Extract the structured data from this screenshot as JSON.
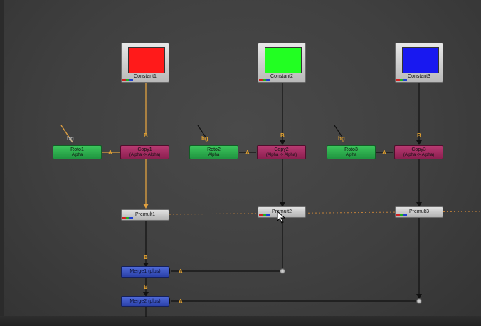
{
  "colors": {
    "red": "#ff1a1a",
    "green": "#22ff22",
    "blue": "#1818f0",
    "wire": "#111111",
    "wire_active": "#e0a040",
    "pin_label": "#e0a030"
  },
  "nodes": {
    "constant1": {
      "label": "Constant1"
    },
    "constant2": {
      "label": "Constant2"
    },
    "constant3": {
      "label": "Constant3"
    },
    "roto1": {
      "label": "Roto1",
      "sub": "Alpha"
    },
    "roto2": {
      "label": "Roto2",
      "sub": "Alpha"
    },
    "roto3": {
      "label": "Roto3",
      "sub": "Alpha"
    },
    "copy1": {
      "label": "Copy1",
      "sub": "(Alpha -> Alpha)"
    },
    "copy2": {
      "label": "Copy2",
      "sub": "(Alpha -> Alpha)"
    },
    "copy3": {
      "label": "Copy3",
      "sub": "(Alpha -> Alpha)"
    },
    "premult1": {
      "label": "Premult1"
    },
    "premult2": {
      "label": "Premult2"
    },
    "premult3": {
      "label": "Premult3"
    },
    "merge1": {
      "label": "Merge1 (plus)"
    },
    "merge2": {
      "label": "Merge2 (plus)"
    }
  },
  "pins": {
    "a": "A",
    "b": "B",
    "bg": "bg"
  },
  "icons": {
    "cursor": "arrow-pointer-icon",
    "dot": "wire-elbow-dot"
  }
}
